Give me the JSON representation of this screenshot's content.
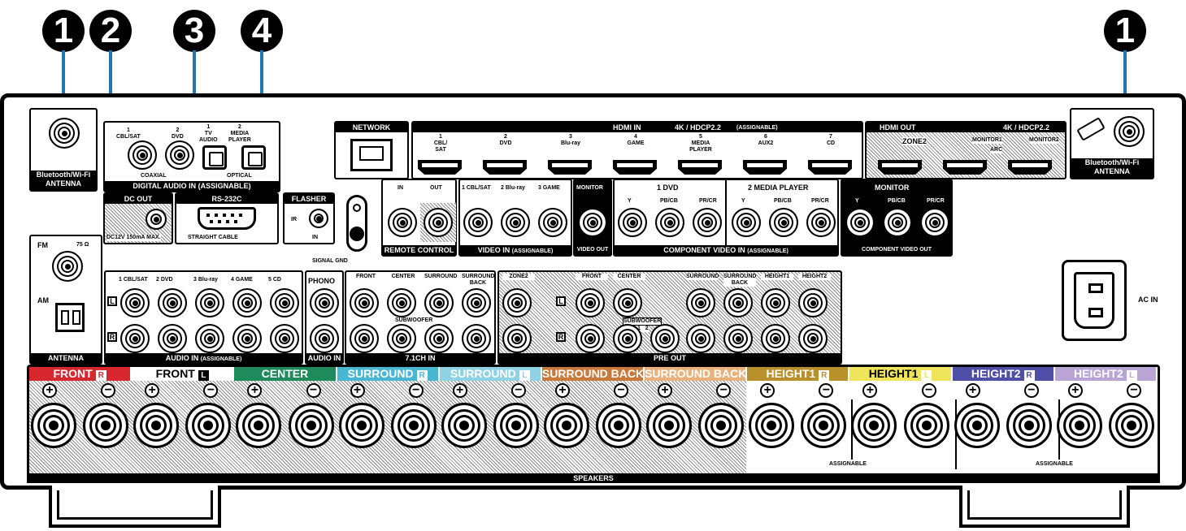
{
  "callouts": [
    "1",
    "2",
    "3",
    "4",
    "1"
  ],
  "antenna_bt_left": "Bluetooth/Wi-Fi\nANTENNA",
  "antenna_bt_right": "Bluetooth/Wi-Fi\nANTENNA",
  "digital_audio": {
    "title": "DIGITAL AUDIO IN (ASSIGNABLE)",
    "coaxial": "COAXIAL",
    "optical": "OPTICAL",
    "inputs": [
      "1\nCBL/SAT",
      "2\nDVD",
      "1\nTV\nAUDIO",
      "2\nMEDIA\nPLAYER"
    ]
  },
  "network": "NETWORK",
  "hdmi_in": {
    "title": "HDMI IN",
    "spec": "4K / HDCP2.2",
    "assignable": "(ASSIGNABLE)",
    "inputs": [
      "1\nCBL/\nSAT",
      "2\nDVD",
      "3\nBlu-ray",
      "4\nGAME",
      "5\nMEDIA\nPLAYER",
      "6\nAUX2",
      "7\nCD"
    ]
  },
  "hdmi_out": {
    "title": "HDMI OUT",
    "spec": "4K / HDCP2.2",
    "zone2": "ZONE2",
    "monitor1": "MONITOR1",
    "arc": "ARC",
    "monitor2": "MONITOR2"
  },
  "dc_out": {
    "title": "DC OUT",
    "spec": "DC12V 150mA MAX."
  },
  "rs232c": {
    "title": "RS-232C",
    "label": "STRAIGHT CABLE"
  },
  "flasher": {
    "title": "FLASHER",
    "ir": "IR",
    "in": "IN"
  },
  "signal_gnd": "SIGNAL GND",
  "remote_control": {
    "in": "IN",
    "out": "OUT",
    "title": "REMOTE CONTROL"
  },
  "video_in": {
    "labels": [
      "1 CBL/SAT",
      "2 Blu-ray",
      "3 GAME"
    ],
    "title": "VIDEO IN",
    "assignable": "(ASSIGNABLE)"
  },
  "video_out": {
    "monitor": "MONITOR",
    "title": "VIDEO OUT"
  },
  "component_in": {
    "group1": "1  DVD",
    "group2": "2  MEDIA PLAYER",
    "y": "Y",
    "pb": "PB/CB",
    "pr": "PR/CR",
    "title": "COMPONENT VIDEO IN",
    "assignable": "(ASSIGNABLE)"
  },
  "component_out": {
    "monitor": "MONITOR",
    "title": "COMPONENT VIDEO OUT"
  },
  "antenna": {
    "fm": "FM",
    "ohm": "75 Ω",
    "am": "AM",
    "title": "ANTENNA"
  },
  "audio_in": {
    "labels": [
      "1 CBL/SAT",
      "2 DVD",
      "3 Blu-ray",
      "4 GAME",
      "5 CD"
    ],
    "title": "AUDIO IN",
    "assignable": "(ASSIGNABLE)"
  },
  "phono": {
    "label": "PHONO",
    "title": "AUDIO IN"
  },
  "ch71_in": {
    "labels": [
      "FRONT",
      "CENTER",
      "SURROUND",
      "SURROUND\nBACK"
    ],
    "subwoofer": "SUBWOOFER",
    "title": "7.1CH IN"
  },
  "pre_out": {
    "labels": [
      "ZONE2",
      "FRONT",
      "CENTER",
      "SURROUND",
      "SURROUND\nBACK",
      "HEIGHT1",
      "HEIGHT2"
    ],
    "subwoofer": "SUBWOOFER",
    "sub_nums": "1   2",
    "title": "PRE OUT"
  },
  "lr": {
    "l": "L",
    "r": "R"
  },
  "ac_in": "AC IN",
  "speakers": {
    "title": "SPEAKERS",
    "assignable": "ASSIGNABLE",
    "plus": "+",
    "minus": "−",
    "channels": [
      {
        "name": "FRONT",
        "side": "R",
        "color": "#d7282f"
      },
      {
        "name": "FRONT",
        "side": "L",
        "color": "#ffffff"
      },
      {
        "name": "CENTER",
        "side": "",
        "color": "#1f8a5b"
      },
      {
        "name": "SURROUND",
        "side": "R",
        "color": "#49b7d2"
      },
      {
        "name": "SURROUND",
        "side": "L",
        "color": "#8fd2e3"
      },
      {
        "name": "SURROUND BACK",
        "side": "R",
        "color": "#c87a3c"
      },
      {
        "name": "SURROUND BACK",
        "side": "L",
        "color": "#e8b27d"
      },
      {
        "name": "HEIGHT1",
        "side": "R",
        "color": "#b8902c"
      },
      {
        "name": "HEIGHT1",
        "side": "L",
        "color": "#f0e45a"
      },
      {
        "name": "HEIGHT2",
        "side": "R",
        "color": "#4f4fa8"
      },
      {
        "name": "HEIGHT2",
        "side": "L",
        "color": "#b8a5d6"
      }
    ]
  }
}
